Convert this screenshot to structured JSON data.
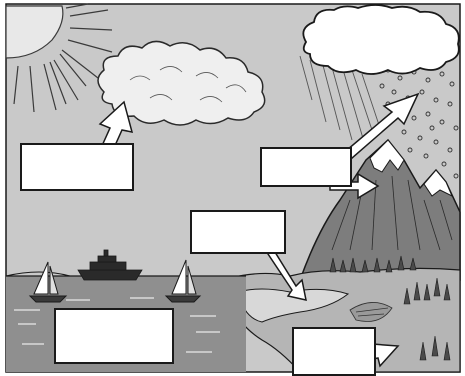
{
  "diagram": {
    "elements": [
      {
        "name": "sun-icon"
      },
      {
        "name": "left-cloud"
      },
      {
        "name": "rain-cloud"
      },
      {
        "name": "rain"
      },
      {
        "name": "snow-mountain"
      },
      {
        "name": "sea"
      },
      {
        "name": "ship-icon"
      },
      {
        "name": "sailboat-icon"
      },
      {
        "name": "river"
      },
      {
        "name": "trees"
      }
    ],
    "colors": {
      "sky": "#c9c9c9",
      "cloud": "#efefef",
      "sea": "#8f8f8f",
      "land": "#b5b5b5",
      "mountain": "#7d7d7d",
      "arrow": "#ffffff",
      "outline": "#1a1a1a"
    }
  },
  "labels": [
    {
      "id": "evaporation-label",
      "text": ""
    },
    {
      "id": "precipitation-label",
      "text": ""
    },
    {
      "id": "runoff-label",
      "text": ""
    },
    {
      "id": "ocean-label",
      "text": ""
    },
    {
      "id": "groundwater-label",
      "text": ""
    }
  ]
}
